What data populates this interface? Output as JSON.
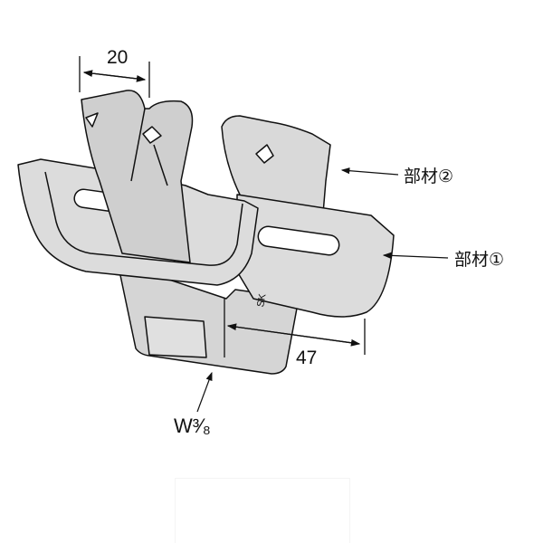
{
  "dimensions": {
    "width_top": "20",
    "length_bottom": "47"
  },
  "labels": {
    "member_2": "部材②",
    "member_1": "部材①",
    "thread": "W³⁄₈",
    "stamp": "SK"
  },
  "colors": {
    "fill": "#d9d9d9",
    "fill_dark": "#c4c4c4",
    "stroke": "#111111"
  }
}
